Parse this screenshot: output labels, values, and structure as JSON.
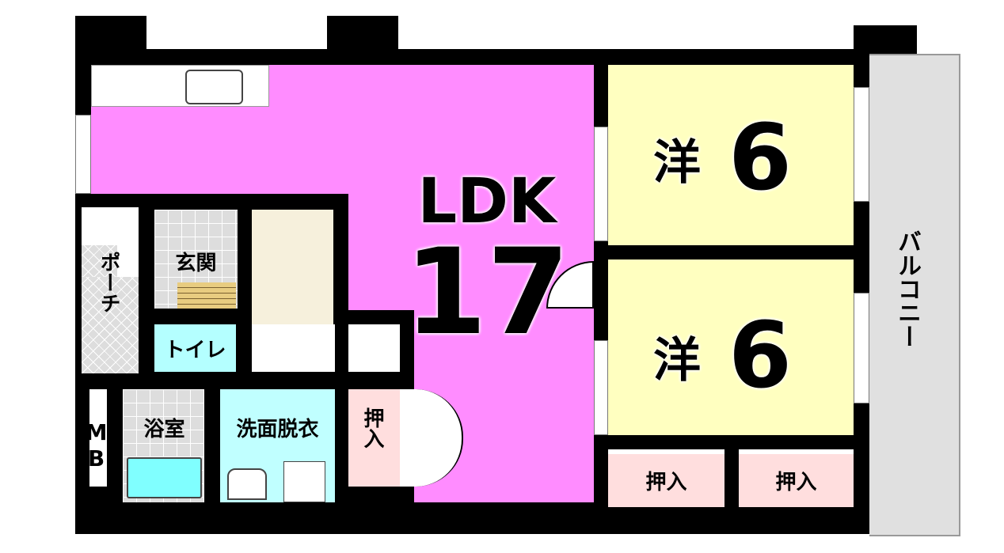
{
  "rooms": {
    "ldk": {
      "label": "LDK",
      "size": "17",
      "color": "#ff8cff"
    },
    "bedroom1": {
      "label": "洋",
      "size": "6",
      "color": "#ffffc0"
    },
    "bedroom2": {
      "label": "洋",
      "size": "6",
      "color": "#ffffc0"
    },
    "entrance": {
      "label": "玄関"
    },
    "porch": {
      "label": "ポーチ"
    },
    "toilet": {
      "label": "トイレ",
      "color": "#b4ffff"
    },
    "bath": {
      "label": "浴室"
    },
    "washroom": {
      "label": "洗面脱衣",
      "color": "#c0ffff"
    },
    "closet_small": {
      "label": "押入",
      "color": "#ffdede"
    },
    "closet_1": {
      "label": "押入"
    },
    "closet_2": {
      "label": "押入"
    },
    "meter_box": {
      "label": "MB"
    },
    "balcony": {
      "label": "バルコニー",
      "color": "#e0e0e0"
    }
  }
}
